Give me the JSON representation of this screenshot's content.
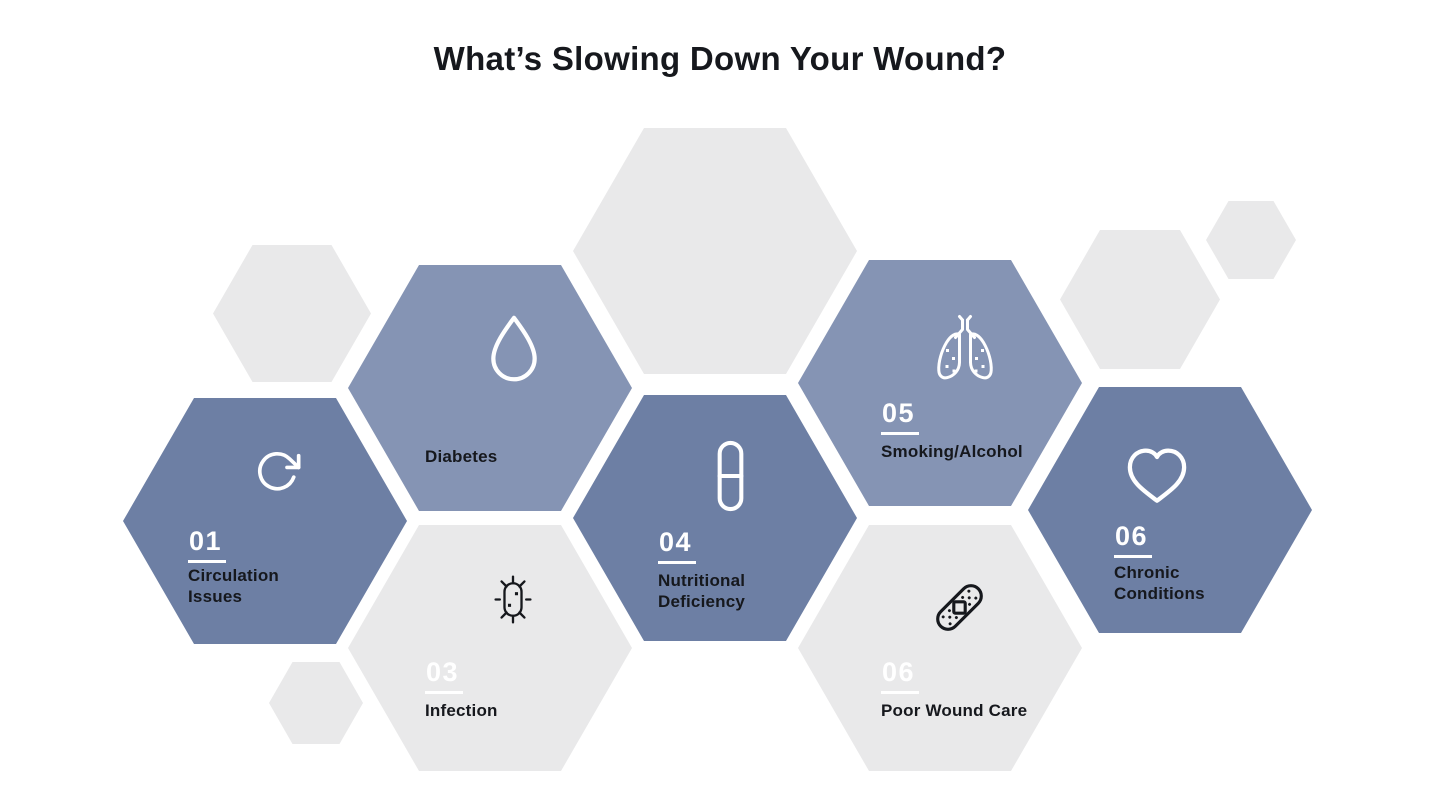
{
  "title": "What’s Slowing Down Your Wound?",
  "colors": {
    "dark_blue": "#6D7FA4",
    "light_blue": "#8594B4",
    "light_gray": "#E9E9EA",
    "text_dark": "#16181D",
    "number_white": "#FFFFFF",
    "background": "#FFFFFF"
  },
  "hexagons": [
    {
      "id": "circulation-issues",
      "number": "01",
      "label_line1": "Circulation",
      "label_line2": "Issues",
      "icon": "redo-arrow-icon",
      "style": "dark-blue"
    },
    {
      "id": "diabetes",
      "label_line1": "Diabetes",
      "icon": "droplet-icon",
      "style": "light-blue"
    },
    {
      "id": "infection",
      "number": "03",
      "label_line1": "Infection",
      "icon": "bacteria-icon",
      "style": "gray"
    },
    {
      "id": "nutritional-deficiency",
      "number": "04",
      "label_line1": "Nutritional",
      "label_line2": "Deficiency",
      "icon": "capsule-icon",
      "style": "dark-blue"
    },
    {
      "id": "smoking-alcohol",
      "number": "05",
      "label_line1": "Smoking/Alcohol",
      "icon": "lungs-icon",
      "style": "light-blue"
    },
    {
      "id": "poor-wound-care",
      "number": "06",
      "label_line1": "Poor Wound Care",
      "icon": "bandage-icon",
      "style": "gray"
    },
    {
      "id": "chronic-conditions",
      "number": "06",
      "label_line1": "Chronic",
      "label_line2": "Conditions",
      "icon": "heart-icon",
      "style": "dark-blue"
    }
  ]
}
